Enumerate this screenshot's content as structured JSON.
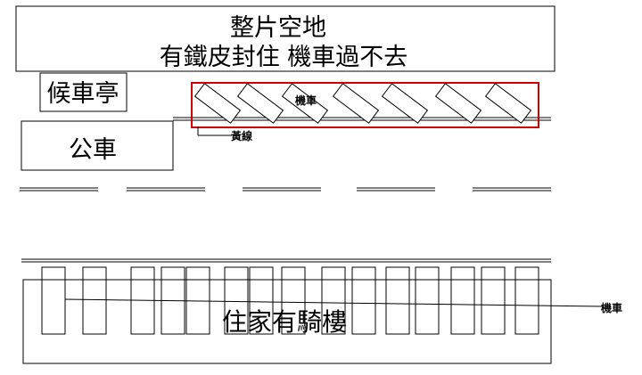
{
  "labels": {
    "vacant_lot_line1": "整片空地",
    "vacant_lot_line2": "有鐵皮封住 機車過不去",
    "bus_stop": "候車亭",
    "bus": "公車",
    "scooter_top": "機車",
    "yellow_line": "黃線",
    "residential_arcade": "住家有騎樓",
    "scooter_right": "機車"
  },
  "colors": {
    "stroke": "#000000",
    "highlight": "#cc0000",
    "background": "#ffffff"
  }
}
